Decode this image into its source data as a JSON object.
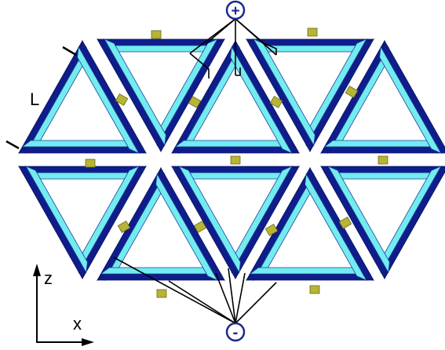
{
  "labels": {
    "length": "L",
    "axis_z": "z",
    "axis_x": "x",
    "terminal_positive": "+",
    "terminal_negative": "-"
  },
  "colors": {
    "outer_bar": "#0f1d8a",
    "inner_bar": "#72ecef",
    "pad": "#b8b434",
    "pad_stroke": "#6b6a1e",
    "wire": "#000000",
    "terminal": "#1a2a8c",
    "background": "#ffffff"
  }
}
